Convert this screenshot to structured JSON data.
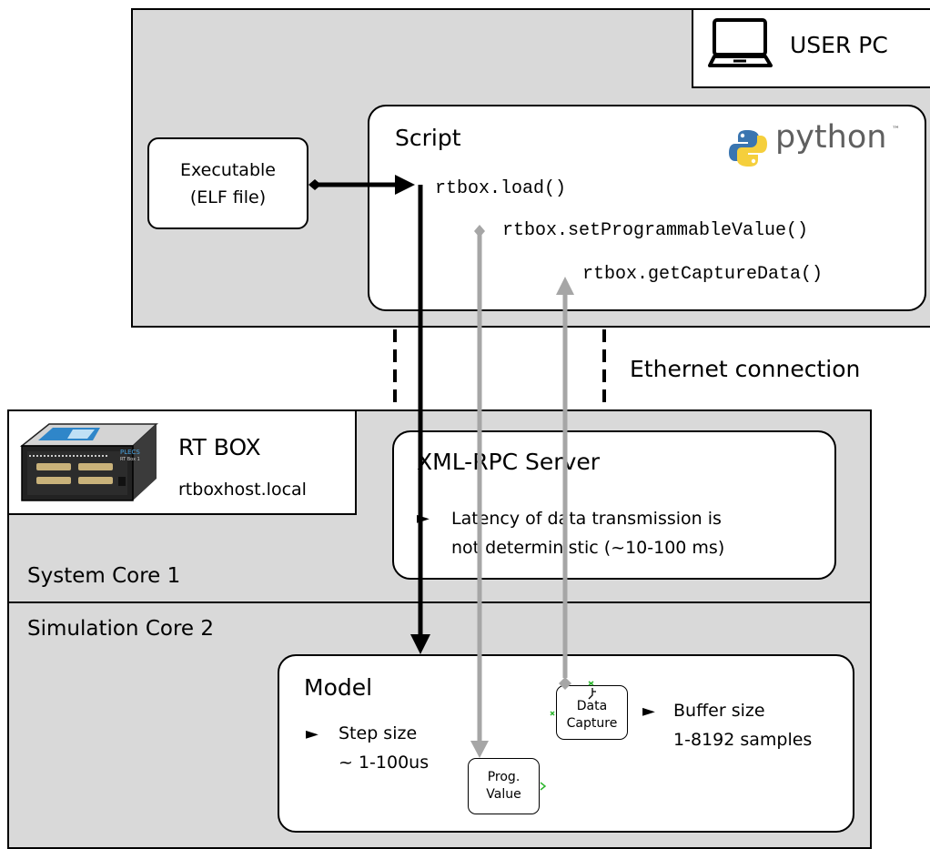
{
  "user_pc": {
    "label": "USER PC",
    "icon": "laptop-icon"
  },
  "executable": {
    "line1": "Executable",
    "line2": "(ELF file)"
  },
  "script": {
    "title": "Script",
    "python_logo_text": "python",
    "python_tm": "™",
    "calls": [
      "rtbox.load()",
      "rtbox.setProgrammableValue()",
      "rtbox.getCaptureData()"
    ]
  },
  "ethernet": {
    "label": "Ethernet connection"
  },
  "rt_box": {
    "title": "RT BOX",
    "hostname": "rtboxhost.local",
    "device_brand": "PLECS",
    "device_model": "RT Box 1"
  },
  "xmlrpc": {
    "title": "XML-RPC Server",
    "bullet_marker": "►",
    "bullet_line1": "Latency of data transmission is",
    "bullet_line2": "not deterministic (~10-100 ms)"
  },
  "system_core": {
    "label": "System Core 1"
  },
  "simulation_core": {
    "label": "Simulation Core 2"
  },
  "model": {
    "title": "Model",
    "step_marker": "►",
    "step_line1": "Step size",
    "step_line2": "~ 1-100us",
    "data_capture": {
      "line1": "Data",
      "line2": "Capture"
    },
    "prog_value": {
      "line1": "Prog.",
      "line2": "Value"
    },
    "buffer_marker": "►",
    "buffer_line1": "Buffer size",
    "buffer_line2": "1-8192 samples"
  },
  "colors": {
    "region_fill": "#d9d9d9",
    "gray_arrow": "#a6a6a6",
    "python_blue": "#3a75b0",
    "python_yellow": "#f5cf3c",
    "port_green": "#2db52d"
  }
}
